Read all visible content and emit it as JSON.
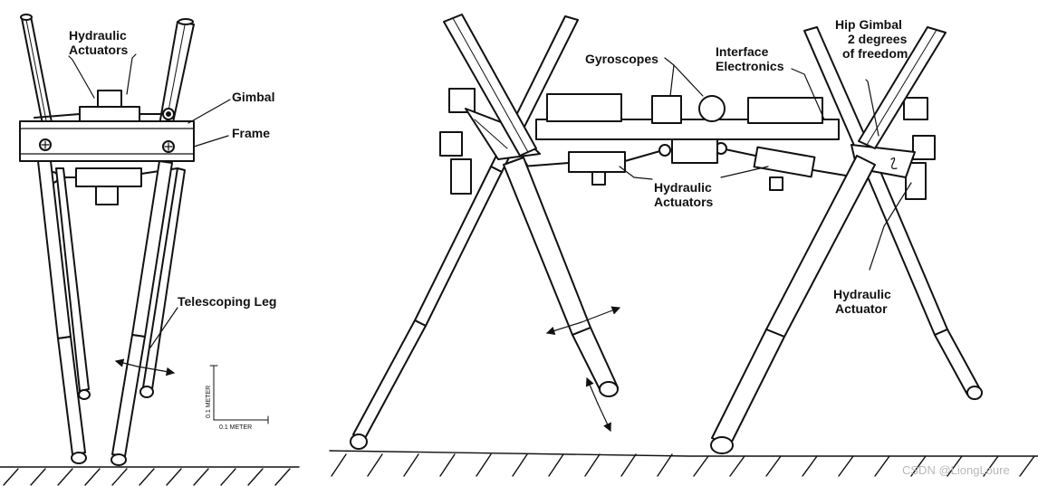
{
  "labels": {
    "left_hydraulic_1": "Hydraulic",
    "left_hydraulic_2": "Actuators",
    "gimbal": "Gimbal",
    "frame": "Frame",
    "telescoping_leg": "Telescoping Leg",
    "scale_vertical": "0.1 METER",
    "scale_horizontal": "0.1 METER",
    "gyroscopes": "Gyroscopes",
    "interface_1": "Interface",
    "interface_2": "Electronics",
    "hip_gimbal_1": "Hip Gimbal",
    "hip_gimbal_2": "2 degrees",
    "hip_gimbal_3": "of freedom",
    "center_hydraulic_1": "Hydraulic",
    "center_hydraulic_2": "Actuators",
    "right_hydraulic_1": "Hydraulic",
    "right_hydraulic_2": "Actuator"
  },
  "watermark": "CSDN @LiongLoure",
  "colors": {
    "ink": "#111111",
    "paper": "#ffffff",
    "watermark": "#b8b8b8"
  }
}
